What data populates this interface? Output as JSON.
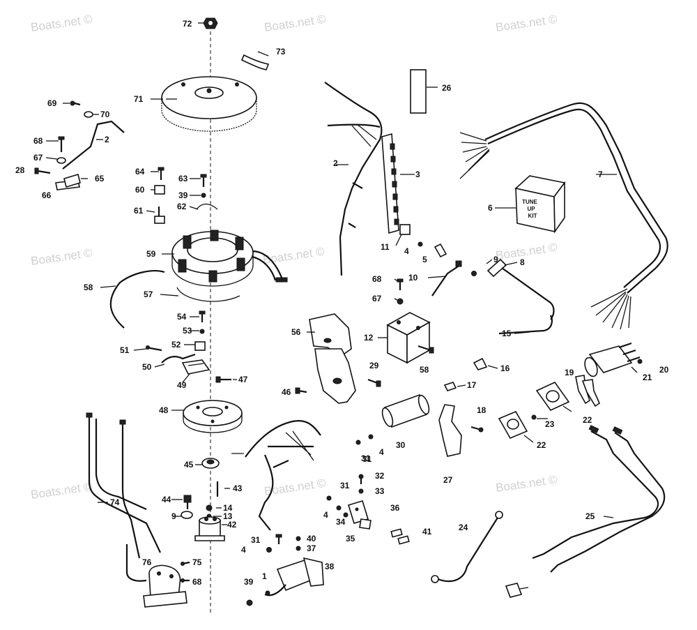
{
  "watermark": "Boats.net ©",
  "kit_label": [
    "TUNE",
    "UP",
    "KIT"
  ],
  "callouts": [
    "72",
    "73",
    "71",
    "69",
    "70",
    "2",
    "68",
    "67",
    "28",
    "66",
    "65",
    "64",
    "60",
    "61",
    "63",
    "39",
    "62",
    "59",
    "58",
    "57",
    "54",
    "53",
    "52",
    "51",
    "50",
    "49",
    "47",
    "48",
    "45",
    "43",
    "44",
    "9",
    "14",
    "13",
    "42",
    "74",
    "76",
    "75",
    "68",
    "2",
    "3",
    "11",
    "4",
    "5",
    "26",
    "6",
    "7",
    "10",
    "9",
    "8",
    "68",
    "67",
    "56",
    "12",
    "58",
    "29",
    "46",
    "15",
    "16",
    "17",
    "18",
    "30",
    "31",
    "4",
    "27",
    "19",
    "20",
    "21",
    "23",
    "22",
    "22",
    "31",
    "32",
    "33",
    "31",
    "4",
    "34",
    "36",
    "35",
    "41",
    "31",
    "40",
    "4",
    "37",
    "38",
    "39",
    "1",
    "24",
    "25"
  ]
}
